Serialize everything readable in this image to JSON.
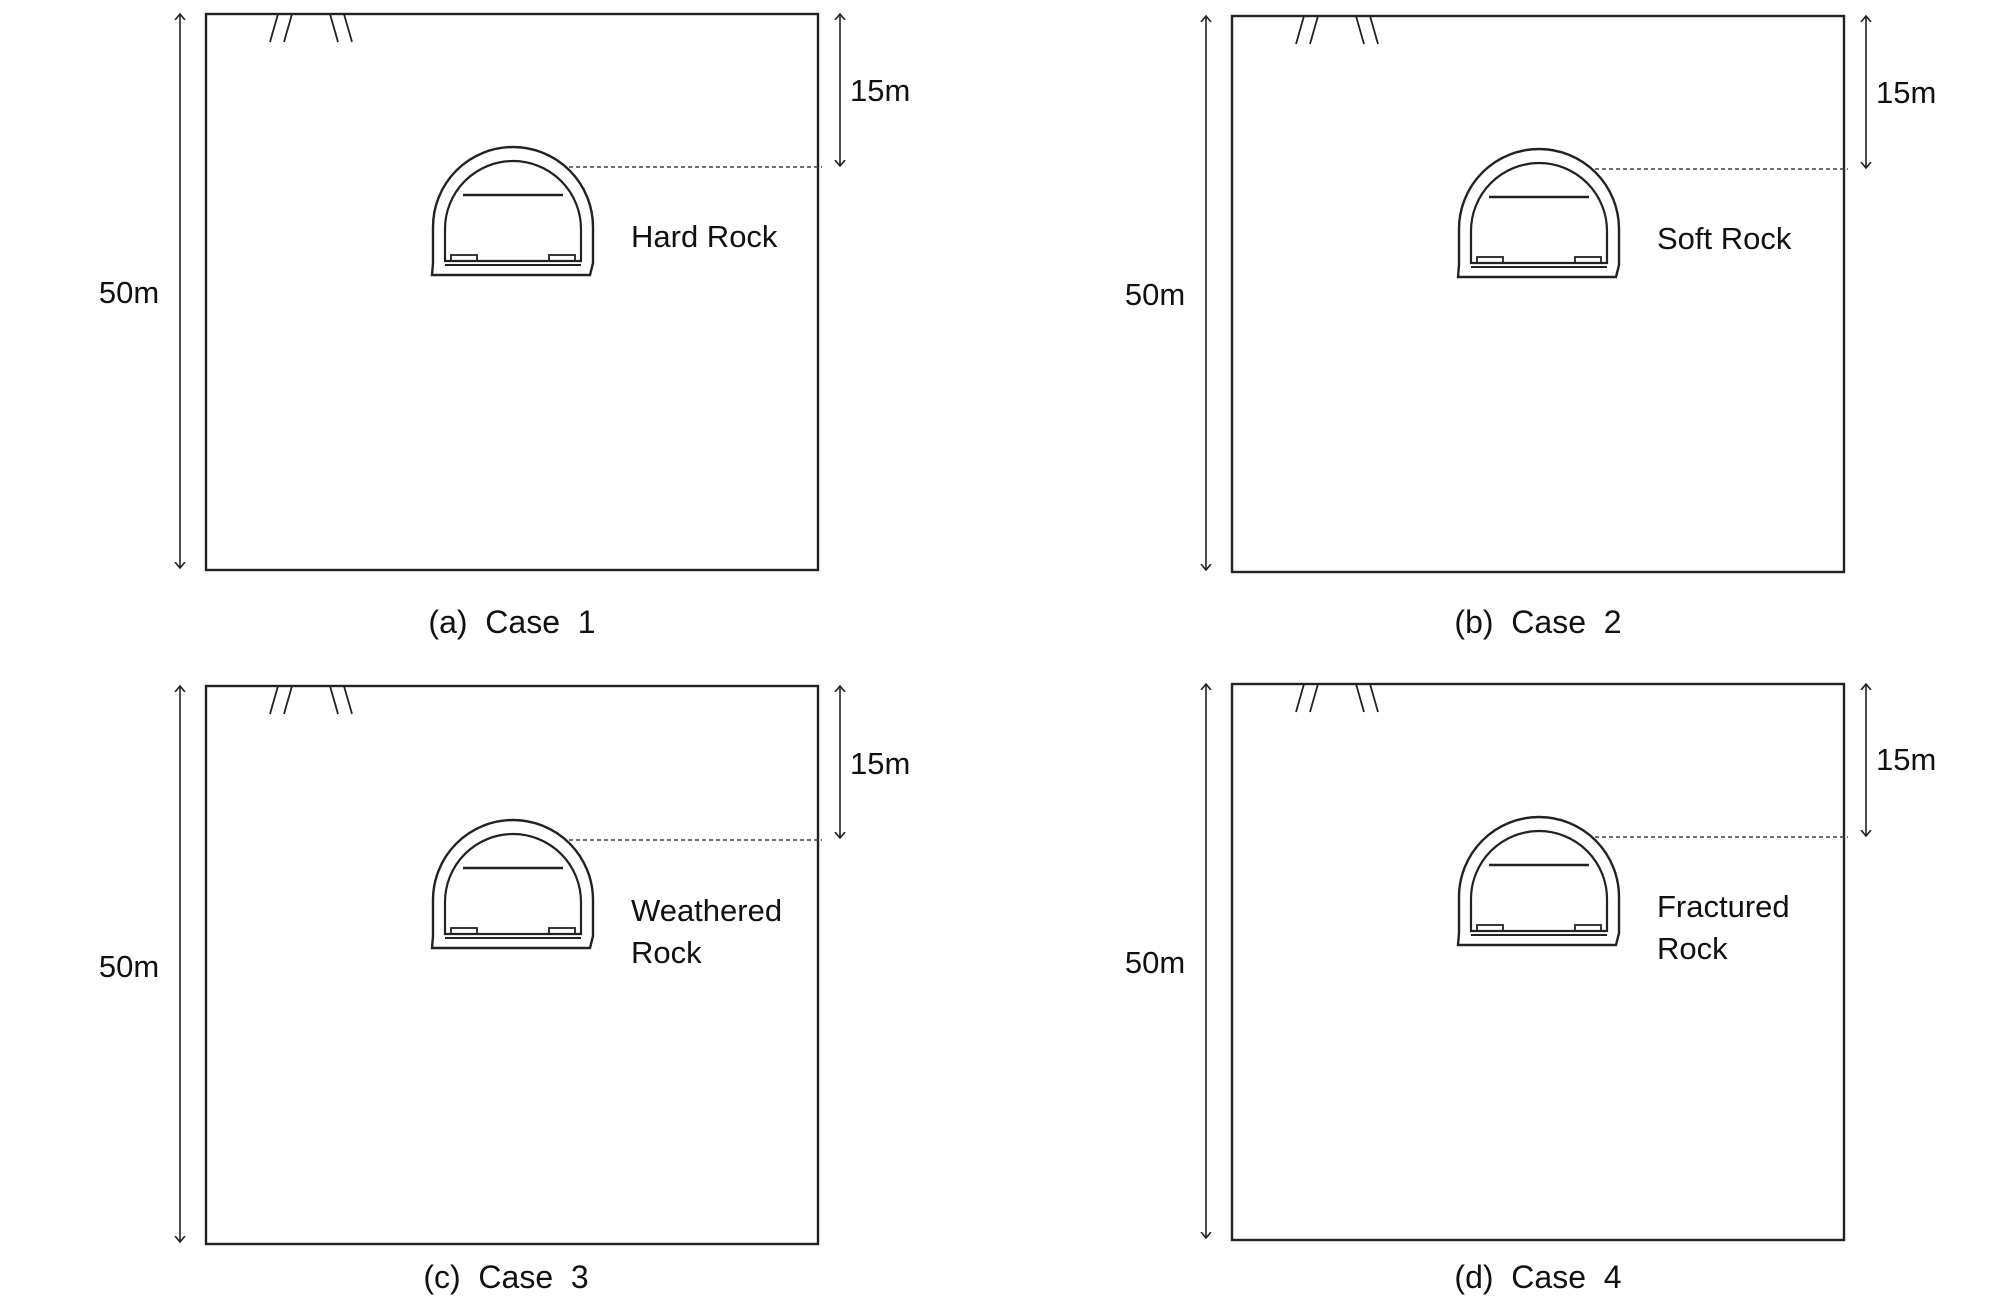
{
  "panels": [
    {
      "caption": "(a)  Case  1",
      "depth_label": "50m",
      "cover_label": "15m",
      "rock": [
        "Hard Rock"
      ]
    },
    {
      "caption": "(b)  Case  2",
      "depth_label": "50m",
      "cover_label": "15m",
      "rock": [
        "Soft Rock"
      ]
    },
    {
      "caption": "(c)  Case  3",
      "depth_label": "50m",
      "cover_label": "15m",
      "rock": [
        "Weathered",
        "Rock"
      ]
    },
    {
      "caption": "(d)  Case  4",
      "depth_label": "50m",
      "cover_label": "15m",
      "rock": [
        "Fractured",
        "Rock"
      ]
    }
  ]
}
